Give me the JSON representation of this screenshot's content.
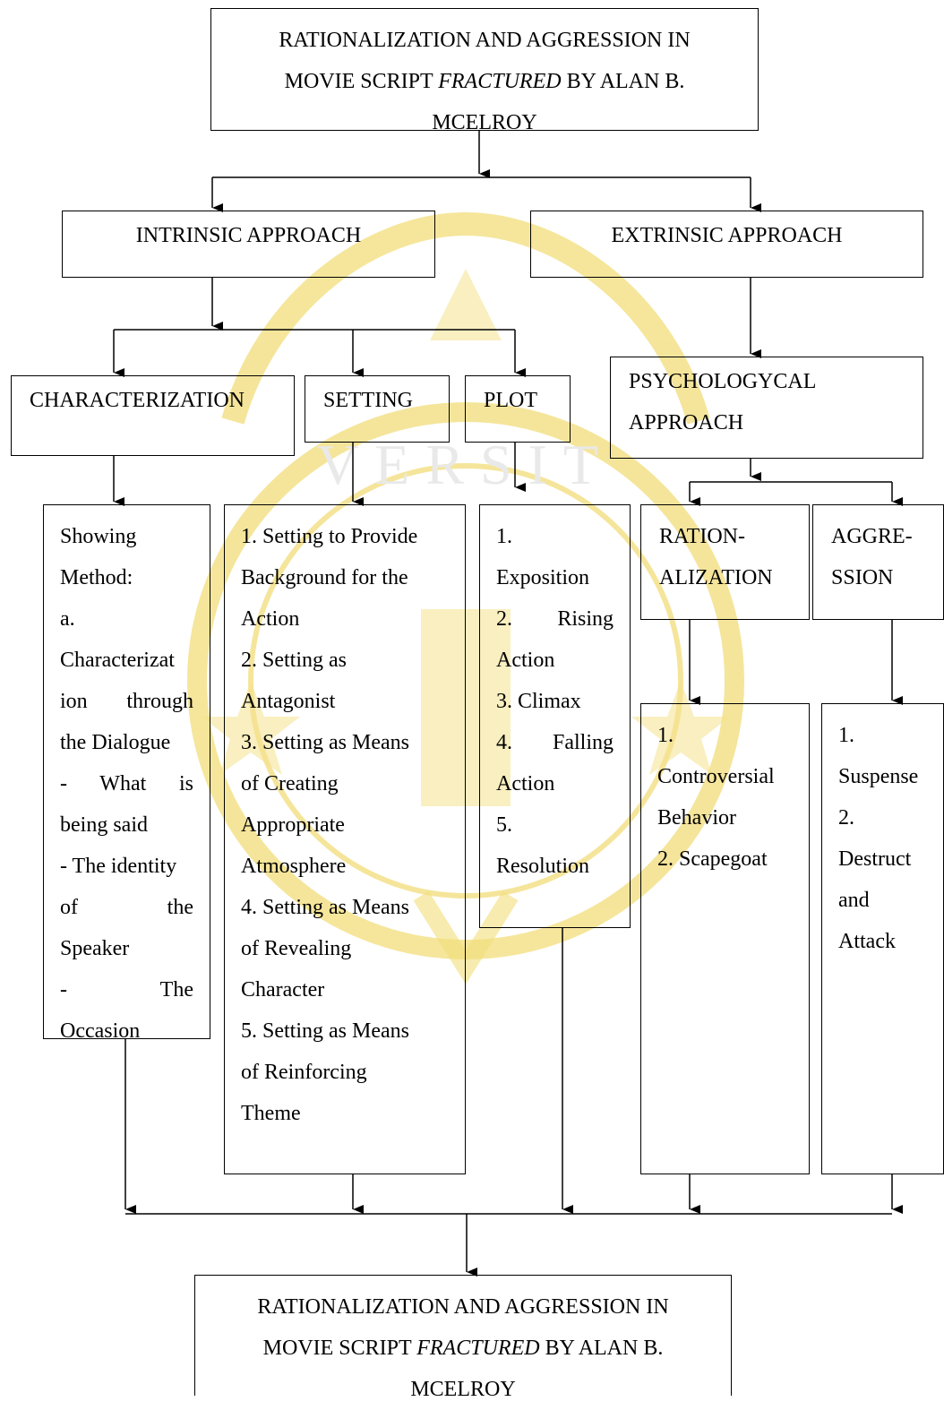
{
  "watermark_color": "#f2dd7a",
  "title_top": {
    "line1": "RATIONALIZATION AND AGGRESSION IN",
    "line2_pre": "MOVIE SCRIPT ",
    "line2_italic": "FRACTURED",
    "line2_post": " BY ALAN B.",
    "line3": "MCELROY"
  },
  "intrinsic": "INTRINSIC APPROACH",
  "extrinsic": "EXTRINSIC APPROACH",
  "characterization": "CHARACTERIZATION",
  "setting": "SETTING",
  "plot": "PLOT",
  "psychological": [
    "PSYCHOLOGYCAL",
    "APPROACH"
  ],
  "rationalization": [
    "RATION-",
    "ALIZATION"
  ],
  "aggression": [
    "AGGRE-",
    "SSION"
  ],
  "characterization_list": [
    "Showing",
    "Method:",
    "a.",
    "Characterizat",
    "ion through",
    "the Dialogue",
    "- What is",
    "being said",
    "- The identity",
    "of the",
    "Speaker",
    "- The",
    "Occasion"
  ],
  "setting_list": [
    "1. Setting to Provide",
    "Background for the",
    "Action",
    "2. Setting as",
    "Antagonist",
    "3. Setting as Means",
    "of Creating",
    "Appropriate",
    "Atmosphere",
    "4. Setting as Means",
    "of Revealing",
    "Character",
    "5. Setting as Means",
    "of Reinforcing",
    "Theme"
  ],
  "plot_list": [
    "1.",
    "Exposition",
    "2. Rising",
    "Action",
    "3. Climax",
    "4. Falling",
    "Action",
    "5.",
    "Resolution"
  ],
  "rationalization_list": [
    "1.",
    "Controversial",
    "Behavior",
    "2. Scapegoat"
  ],
  "aggression_list": [
    "1.",
    "Suspense",
    "2.",
    "Destruct",
    "and",
    "Attack"
  ],
  "title_bottom": {
    "line1": "RATIONALIZATION AND AGGRESSION IN",
    "line2_pre": "MOVIE SCRIPT ",
    "line2_italic": "FRACTURED",
    "line2_post": " BY ALAN B.",
    "line3": "MCELROY"
  }
}
